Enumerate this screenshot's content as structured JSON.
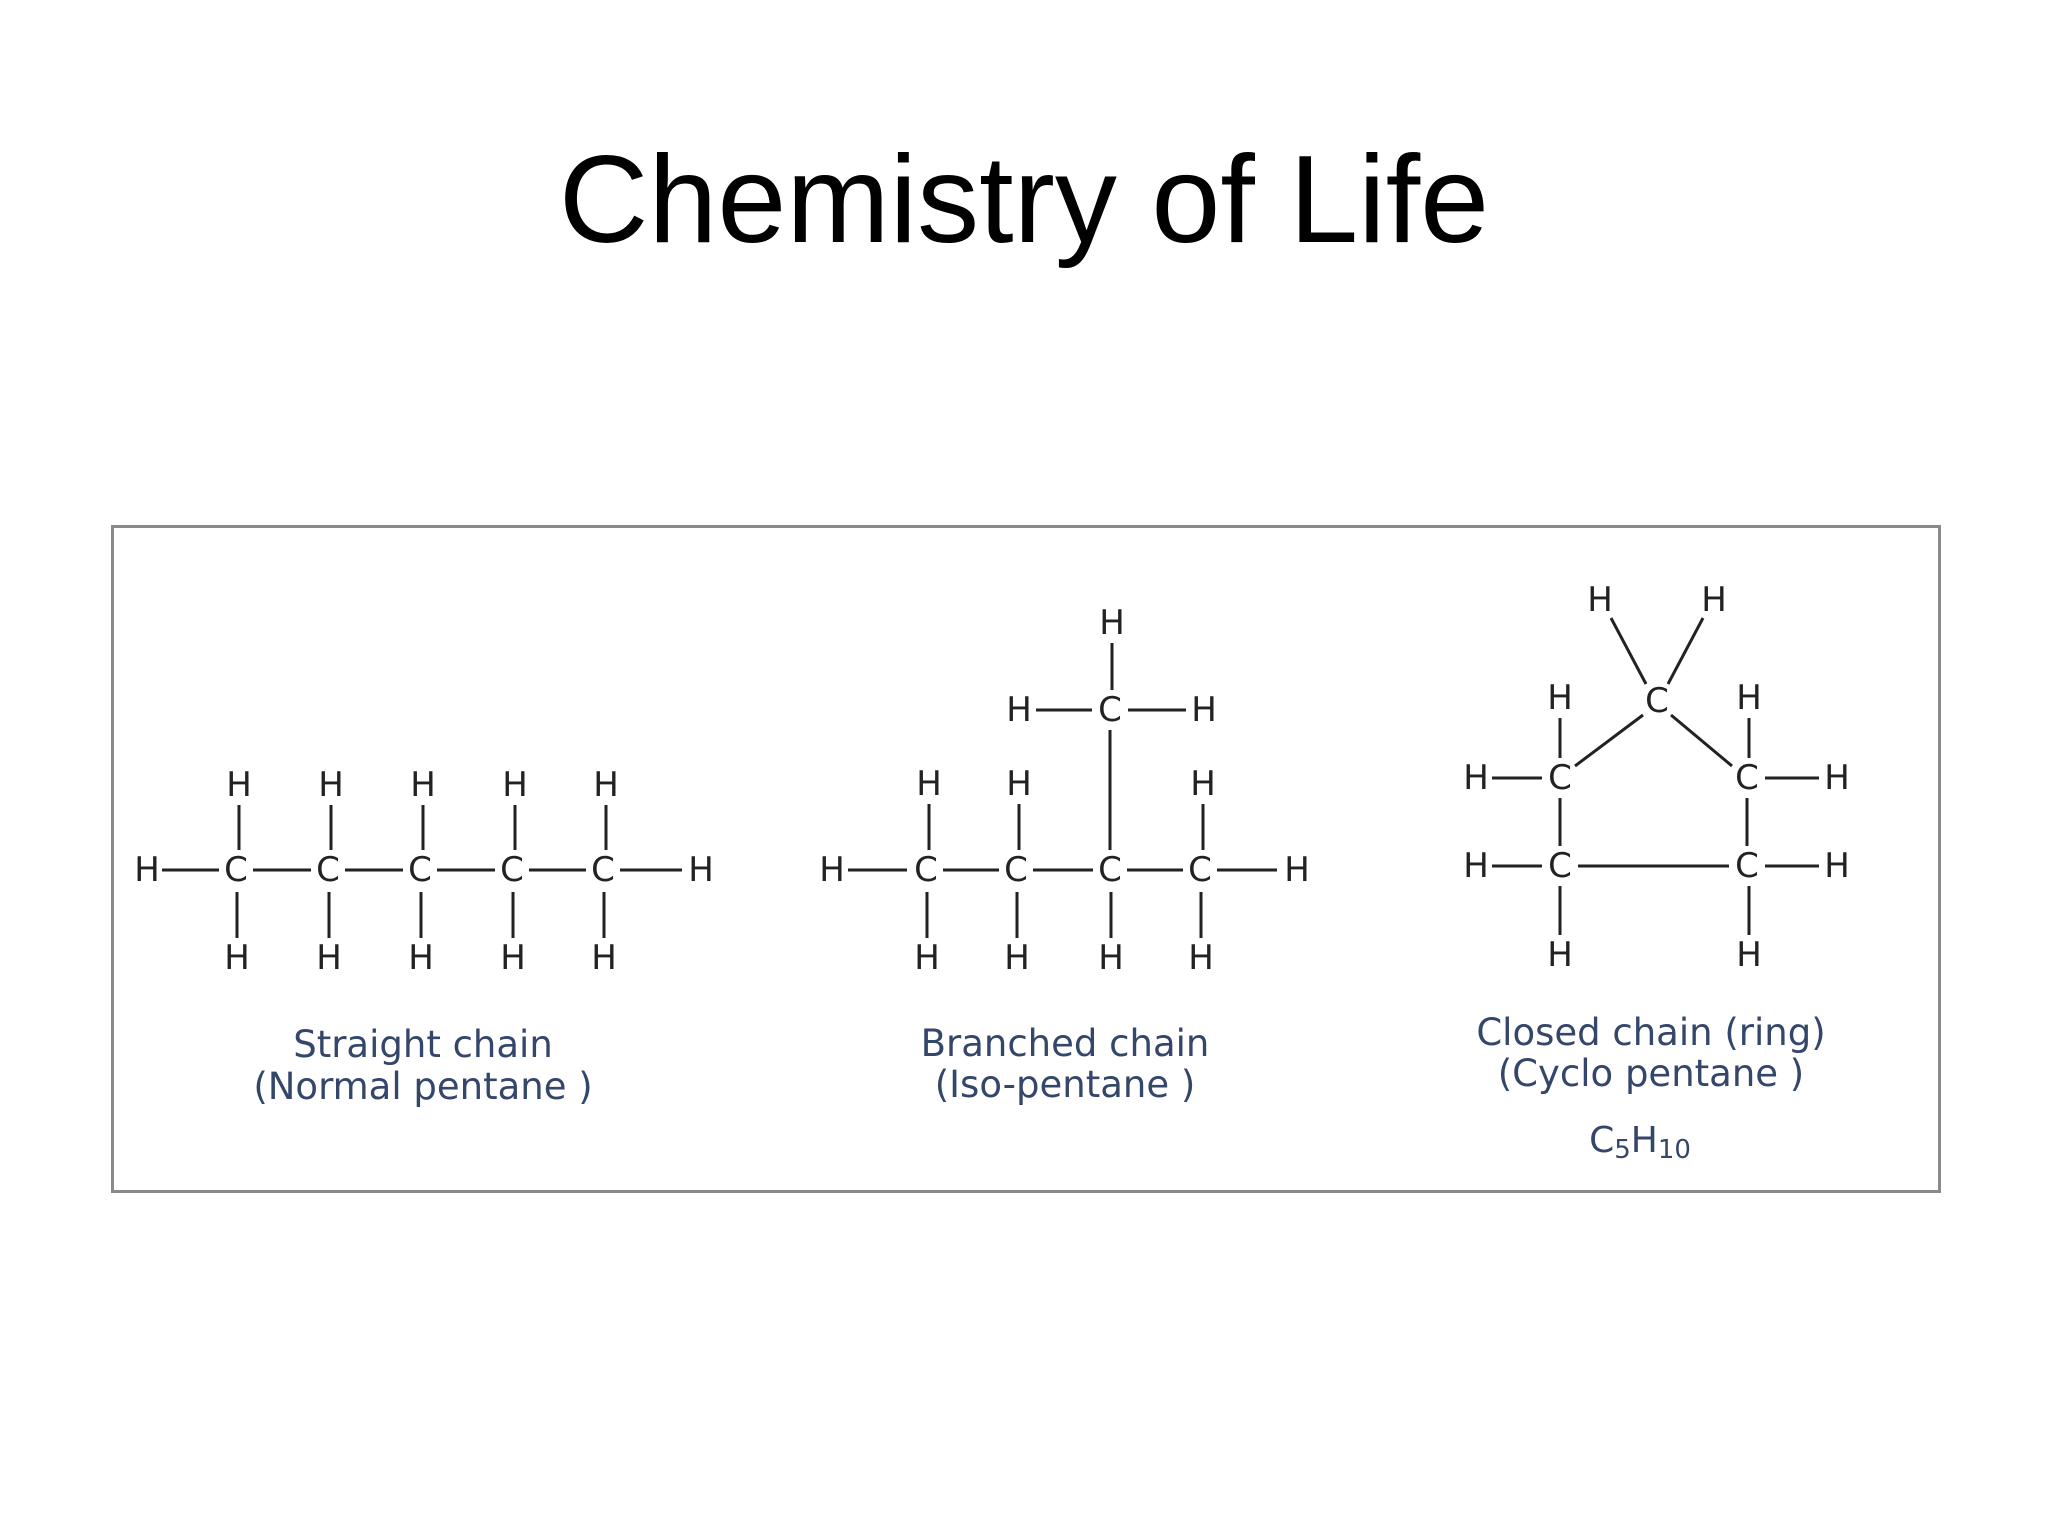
{
  "title": "Chemistry of Life",
  "atoms": {
    "carbon": "C",
    "hydrogen": "H"
  },
  "structures": [
    {
      "caption_line1": "Straight chain",
      "caption_line2": "(Normal pentane )"
    },
    {
      "caption_line1": "Branched  chain",
      "caption_line2": "(Iso-pentane )"
    },
    {
      "caption_line1": "Closed chain (ring)",
      "caption_line2": "(Cyclo pentane )",
      "formula": {
        "c": "C",
        "c_count": "5",
        "h": "H",
        "h_count": "10"
      }
    }
  ],
  "colors": {
    "caption": "#34466a",
    "structure": "#222222",
    "frame": "#8a8a8a"
  }
}
